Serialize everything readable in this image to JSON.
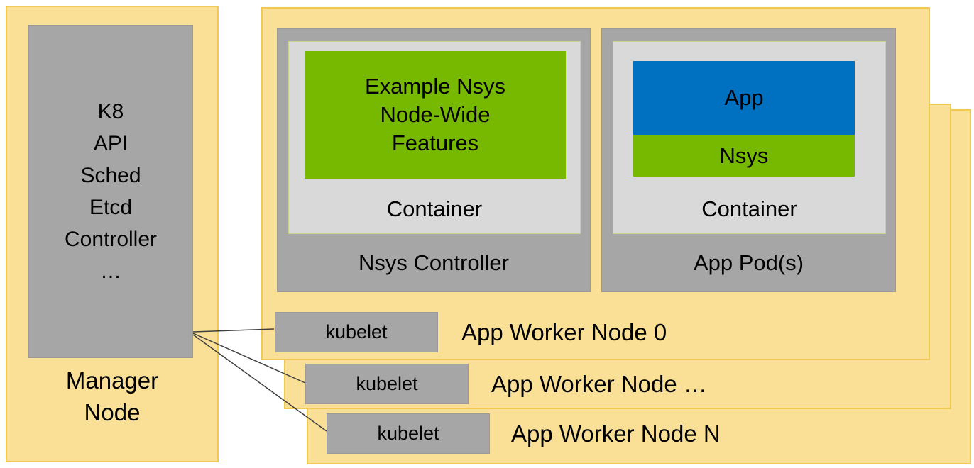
{
  "manager_node": {
    "label": "Manager\nNode",
    "components_text": "K8\nAPI\nSched\nEtcd\nController\n…"
  },
  "worker_nodes": [
    {
      "label": "App Worker Node 0",
      "kubelet_label": "kubelet"
    },
    {
      "label": "App Worker Node …",
      "kubelet_label": "kubelet"
    },
    {
      "label": "App Worker Node N",
      "kubelet_label": "kubelet"
    }
  ],
  "nsys_controller": {
    "label": "Nsys Controller",
    "container_label": "Container",
    "feature_text": "Example Nsys\nNode-Wide\nFeatures"
  },
  "app_pod": {
    "label": "App Pod(s)",
    "container_label": "Container",
    "app_label": "App",
    "nsys_label": "Nsys"
  },
  "colors": {
    "node_fill": "#FAE096",
    "node_border": "#EFC950",
    "gray": "#A6A6A6",
    "light_gray": "#D9D9D9",
    "green": "#76B900",
    "blue": "#0070C0",
    "text": "#000000",
    "line": "#404040"
  }
}
